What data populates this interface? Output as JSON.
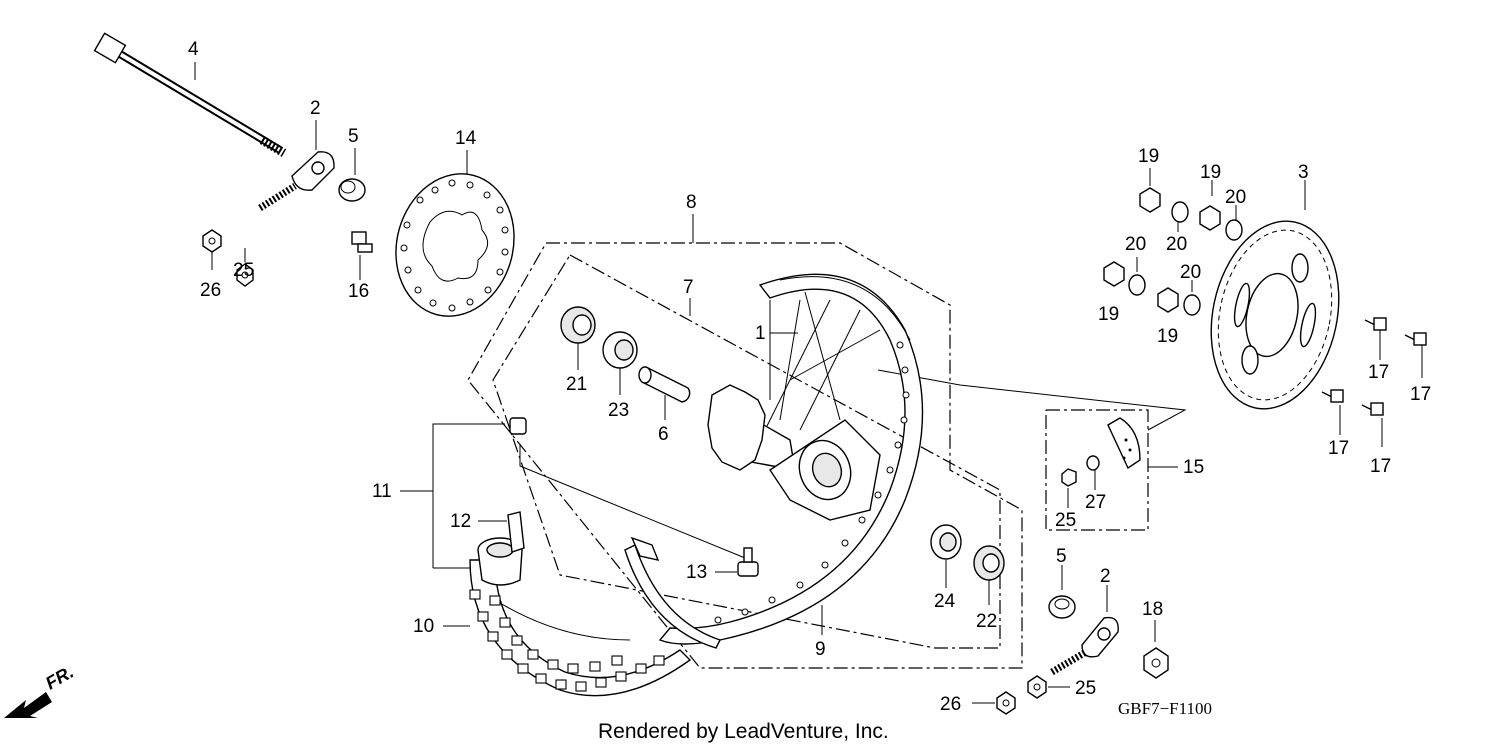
{
  "diagram_code": "GBF7−F1100",
  "credit": "Rendered by LeadVenture, Inc.",
  "front_label": "FR.",
  "icons": [
    "front-direction-arrow-icon"
  ],
  "callouts": [
    {
      "id": "c4",
      "label": "4"
    },
    {
      "id": "c2a",
      "label": "2"
    },
    {
      "id": "c5a",
      "label": "5"
    },
    {
      "id": "c14",
      "label": "14"
    },
    {
      "id": "c26a",
      "label": "26"
    },
    {
      "id": "c25a",
      "label": "25"
    },
    {
      "id": "c16",
      "label": "16"
    },
    {
      "id": "c8",
      "label": "8"
    },
    {
      "id": "c7",
      "label": "7"
    },
    {
      "id": "c1",
      "label": "1"
    },
    {
      "id": "c21",
      "label": "21"
    },
    {
      "id": "c23",
      "label": "23"
    },
    {
      "id": "c6",
      "label": "6"
    },
    {
      "id": "c11",
      "label": "11"
    },
    {
      "id": "c12",
      "label": "12"
    },
    {
      "id": "c13",
      "label": "13"
    },
    {
      "id": "c10",
      "label": "10"
    },
    {
      "id": "c9",
      "label": "9"
    },
    {
      "id": "c24",
      "label": "24"
    },
    {
      "id": "c22",
      "label": "22"
    },
    {
      "id": "c19a",
      "label": "19"
    },
    {
      "id": "c19b",
      "label": "19"
    },
    {
      "id": "c20a",
      "label": "20"
    },
    {
      "id": "c20b",
      "label": "20"
    },
    {
      "id": "c20c",
      "label": "20"
    },
    {
      "id": "c20d",
      "label": "20"
    },
    {
      "id": "c19c",
      "label": "19"
    },
    {
      "id": "c19d",
      "label": "19"
    },
    {
      "id": "c3",
      "label": "3"
    },
    {
      "id": "c17a",
      "label": "17"
    },
    {
      "id": "c17b",
      "label": "17"
    },
    {
      "id": "c17c",
      "label": "17"
    },
    {
      "id": "c17d",
      "label": "17"
    },
    {
      "id": "c15",
      "label": "15"
    },
    {
      "id": "c25b",
      "label": "25"
    },
    {
      "id": "c27",
      "label": "27"
    },
    {
      "id": "c5b",
      "label": "5"
    },
    {
      "id": "c2b",
      "label": "2"
    },
    {
      "id": "c18",
      "label": "18"
    },
    {
      "id": "c25c",
      "label": "25"
    },
    {
      "id": "c26b",
      "label": "26"
    }
  ]
}
